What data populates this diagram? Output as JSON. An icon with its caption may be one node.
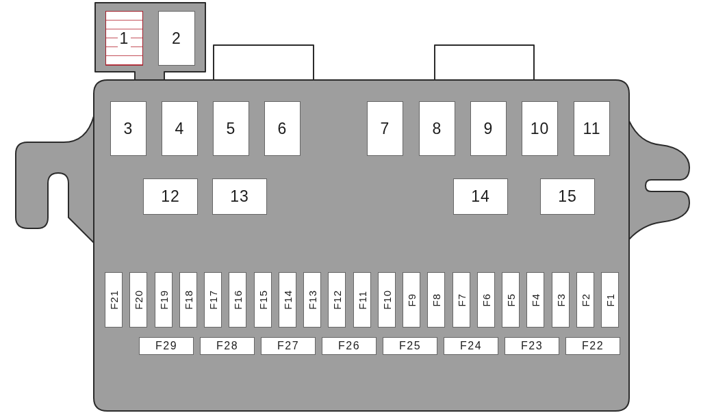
{
  "diagram": {
    "nodes": [
      {
        "text": [],
        "shape": "box"
      },
      {
        "text": [
          "1"
        ],
        "in": 0
      },
      {
        "text": [
          "2"
        ],
        "in": 0
      },
      {
        "text": [],
        "shape": "box"
      },
      {
        "text": [],
        "shape": "box"
      },
      {
        "text": [],
        "shape": "box"
      },
      {
        "text": [
          "3"
        ],
        "in": 5
      },
      {
        "text": [
          "4"
        ],
        "in": 5
      },
      {
        "text": [
          "5"
        ],
        "in": 5
      },
      {
        "text": [
          "6"
        ],
        "in": 5
      },
      {
        "text": [
          "7"
        ],
        "in": 5
      },
      {
        "text": [
          "8"
        ],
        "in": 5
      },
      {
        "text": [
          "9"
        ],
        "in": 5
      },
      {
        "text": [
          "10"
        ],
        "in": 5
      },
      {
        "text": [
          "11"
        ],
        "in": 5
      },
      {
        "text": [
          "12"
        ],
        "in": 5
      },
      {
        "text": [
          "13"
        ],
        "in": 5
      },
      {
        "text": [
          "14"
        ],
        "in": 5
      },
      {
        "text": [
          "15"
        ],
        "in": 5
      },
      {
        "text": [
          "F21"
        ],
        "in": 5
      },
      {
        "text": [
          "F20"
        ],
        "in": 5
      },
      {
        "text": [
          "F19"
        ],
        "in": 5
      },
      {
        "text": [
          "F18"
        ],
        "in": 5
      },
      {
        "text": [
          "F17"
        ],
        "in": 5
      },
      {
        "text": [
          "F16"
        ],
        "in": 5
      },
      {
        "text": [
          "F15"
        ],
        "in": 5
      },
      {
        "text": [
          "F14"
        ],
        "in": 5
      },
      {
        "text": [
          "F13"
        ],
        "in": 5
      },
      {
        "text": [
          "F12"
        ],
        "in": 5
      },
      {
        "text": [
          "F11"
        ],
        "in": 5
      },
      {
        "text": [
          "F10"
        ],
        "in": 5
      },
      {
        "text": [
          "F9"
        ],
        "in": 5
      },
      {
        "text": [
          "F8"
        ],
        "in": 5
      },
      {
        "text": [
          "F7"
        ],
        "in": 5
      },
      {
        "text": [
          "F6"
        ],
        "in": 5
      },
      {
        "text": [
          "F5"
        ],
        "in": 5
      },
      {
        "text": [
          "F4"
        ],
        "in": 5
      },
      {
        "text": [
          "F3"
        ],
        "in": 5
      },
      {
        "text": [
          "F2"
        ],
        "in": 5
      },
      {
        "text": [
          "F1"
        ],
        "in": 5
      },
      {
        "text": [
          "F29"
        ],
        "in": 5
      },
      {
        "text": [
          "F28"
        ],
        "in": 5
      },
      {
        "text": [
          "F27"
        ],
        "in": 5
      },
      {
        "text": [
          "F26"
        ],
        "in": 5
      },
      {
        "text": [
          "F25"
        ],
        "in": 5
      },
      {
        "text": [
          "F24"
        ],
        "in": 5
      },
      {
        "text": [
          "F23"
        ],
        "in": 5
      },
      {
        "text": [
          "F22"
        ],
        "in": 5
      }
    ]
  }
}
